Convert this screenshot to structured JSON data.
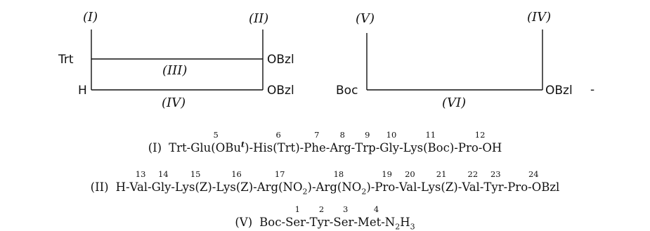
{
  "diagram": {
    "left": {
      "top_left_number": "(I)",
      "top_right_number": "(II)",
      "inner_number": "(III)",
      "bottom_number": "(IV)",
      "label_trt": "Trt",
      "label_h": "H",
      "label_obzl_upper": "OBzl",
      "label_obzl_lower": "OBzl"
    },
    "right": {
      "top_left_number": "(V)",
      "top_right_number": "(IV)",
      "bottom_number": "(VI)",
      "label_boc": "Boc",
      "label_obzl": "OBzl",
      "trailing_mark": "-"
    }
  },
  "sequences": [
    {
      "label": "(I)",
      "residues": [
        {
          "pos": "",
          "text": "Trt-"
        },
        {
          "pos": "5",
          "text": "Glu(OBu"
        },
        {
          "pos": "",
          "text": "t",
          "sup": true
        },
        {
          "pos": "",
          "text": ")-"
        },
        {
          "pos": "6",
          "text": "His(Trt)-"
        },
        {
          "pos": "7",
          "text": "Phe-"
        },
        {
          "pos": "8",
          "text": "Arg-"
        },
        {
          "pos": "9",
          "text": "Trp-"
        },
        {
          "pos": "10",
          "text": "Gly-"
        },
        {
          "pos": "11",
          "text": "Lys(Boc)-"
        },
        {
          "pos": "12",
          "text": "Pro-OH"
        }
      ]
    },
    {
      "label": "(II)",
      "residues": [
        {
          "pos": "",
          "text": "H-"
        },
        {
          "pos": "13",
          "text": "Val-"
        },
        {
          "pos": "14",
          "text": "Gly-"
        },
        {
          "pos": "15",
          "text": "Lys(Z)-"
        },
        {
          "pos": "16",
          "text": "Lys(Z)-"
        },
        {
          "pos": "17",
          "text": "Arg(NO"
        },
        {
          "pos": "",
          "text": "2",
          "sub": true
        },
        {
          "pos": "",
          "text": ")-"
        },
        {
          "pos": "18",
          "text": "Arg(NO"
        },
        {
          "pos": "",
          "text": "2",
          "sub": true
        },
        {
          "pos": "",
          "text": ")-"
        },
        {
          "pos": "19",
          "text": "Pro-"
        },
        {
          "pos": "20",
          "text": "Val-"
        },
        {
          "pos": "21",
          "text": "Lys(Z)-"
        },
        {
          "pos": "22",
          "text": "Val-"
        },
        {
          "pos": "23",
          "text": "Tyr-"
        },
        {
          "pos": "24",
          "text": "Pro-OBzl"
        }
      ]
    },
    {
      "label": "(V)",
      "residues": [
        {
          "pos": "",
          "text": "Boc-"
        },
        {
          "pos": "1",
          "text": "Ser-"
        },
        {
          "pos": "2",
          "text": "Tyr-"
        },
        {
          "pos": "3",
          "text": "Ser-"
        },
        {
          "pos": "4",
          "text": "Met-N"
        },
        {
          "pos": "",
          "text": "2",
          "sub": true
        },
        {
          "pos": "",
          "text": "H"
        },
        {
          "pos": "",
          "text": "3",
          "sub": true
        }
      ]
    }
  ]
}
